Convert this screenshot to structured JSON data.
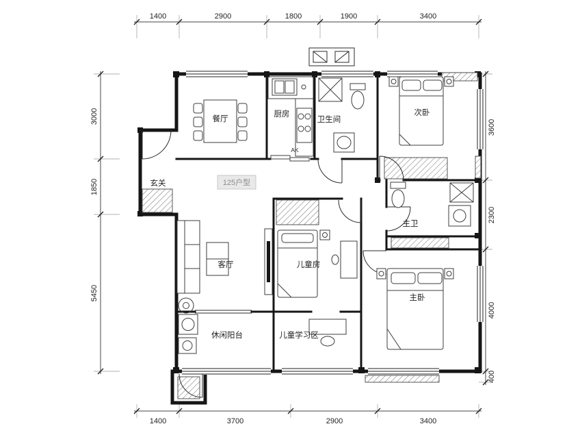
{
  "meta": {
    "plan_title": "125户型"
  },
  "rooms": {
    "dining": "餐厅",
    "kitchen": "厨房",
    "bath": "卫生间",
    "bedroom2": "次卧",
    "entry": "玄关",
    "living": "客厅",
    "kids": "儿童房",
    "master_bath": "主卫",
    "master": "主卧",
    "balcony": "休闲阳台",
    "study": "儿童学习区"
  },
  "annotations": {
    "ak": "AK"
  },
  "dimensions": {
    "top": [
      "1400",
      "2900",
      "1800",
      "1900",
      "3400"
    ],
    "bottom": [
      "1400",
      "3700",
      "2900",
      "3400"
    ],
    "left": [
      "3000",
      "1850",
      "5450"
    ],
    "right": [
      "3600",
      "2300",
      "4000",
      "400"
    ]
  },
  "colors": {
    "line": "#161616",
    "badge_bg": "#e9e9e9",
    "badge_text": "#8c8c8c"
  }
}
